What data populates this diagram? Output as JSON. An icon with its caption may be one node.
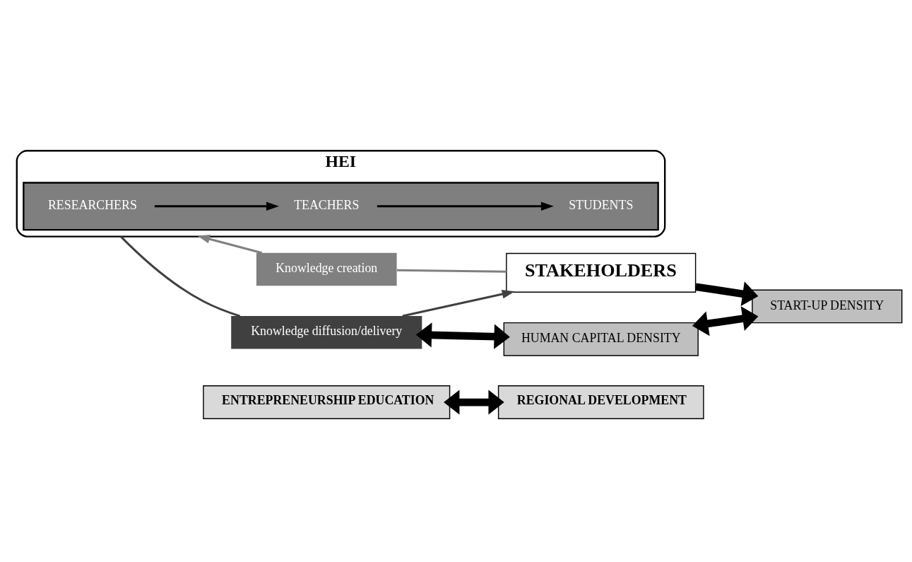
{
  "diagram": {
    "nodes": [
      {
        "text": [
          "ENTREPRENEURSHIP EDUCATION"
        ]
      },
      {
        "text": [
          "REGIONAL DEVELOPMENT"
        ]
      },
      {
        "text": [
          "HEI"
        ]
      },
      {
        "text": [],
        "shape": "box",
        "in": 2
      },
      {
        "text": [
          "RESEARCHERS"
        ],
        "in": 3
      },
      {
        "text": [
          "TEACHERS"
        ],
        "in": 3
      },
      {
        "text": [
          "STUDENTS"
        ],
        "in": 3
      },
      {
        "text": [
          "Knowledge creation"
        ]
      },
      {
        "text": [
          "STAKEHOLDERS"
        ]
      },
      {
        "text": [
          "Knowledge diffusion/delivery"
        ]
      },
      {
        "text": [
          "HUMAN CAPITAL DENSITY"
        ]
      },
      {
        "text": [
          "START-UP DENSITY"
        ]
      }
    ],
    "edges": [
      {
        "from": 0,
        "to": 1,
        "arrow": "both",
        "style": "thick"
      },
      {
        "from": 8,
        "to": 7,
        "arrow": "none",
        "color": "#808080"
      },
      {
        "from": 7,
        "to": 2,
        "arrow": "to",
        "color": "#808080"
      },
      {
        "from": 4,
        "to": 5,
        "arrow": "to"
      },
      {
        "from": 5,
        "to": 6,
        "arrow": "to"
      },
      {
        "from": 2,
        "to": 9,
        "arrow": "none",
        "color": "#404040"
      },
      {
        "from": 9,
        "to": 8,
        "arrow": "to",
        "color": "#404040"
      },
      {
        "from": 9,
        "to": 10,
        "arrow": "both",
        "style": "thick"
      },
      {
        "from": 8,
        "to": 11,
        "arrow": "to",
        "style": "thick"
      },
      {
        "from": 10,
        "to": 11,
        "arrow": "both",
        "style": "thick"
      }
    ]
  }
}
